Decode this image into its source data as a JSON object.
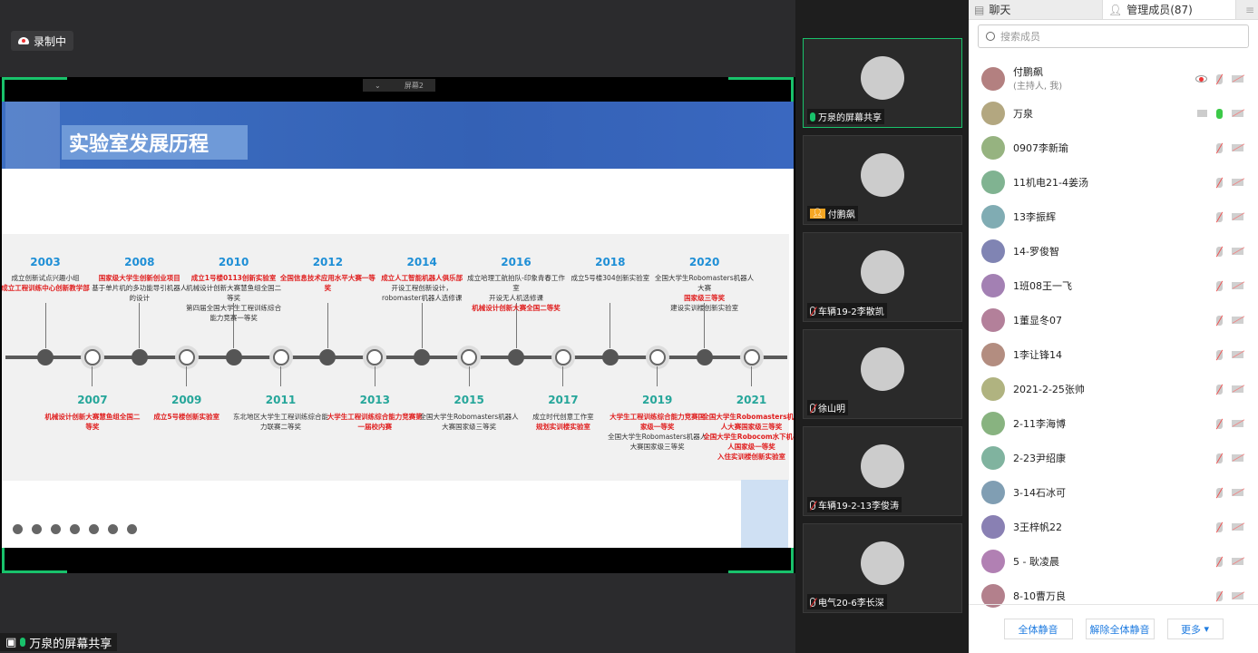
{
  "recording": "录制中",
  "share": {
    "bar_label": "屏幕2",
    "label": "万泉的屏幕共享"
  },
  "slide": {
    "title": "实验室发展历程",
    "events": [
      {
        "year": "2003",
        "lines": [
          {
            "t": "成立创新试点兴趣小组",
            "r": false
          },
          {
            "t": "成立工程训练中心创新教学部",
            "r": true
          }
        ]
      },
      {
        "year": "2007",
        "lines": [
          {
            "t": "机械设计创新大赛慧鱼组全国二等奖",
            "r": true
          }
        ]
      },
      {
        "year": "2008",
        "lines": [
          {
            "t": "国家级大学生创新创业项目",
            "r": true
          },
          {
            "t": "基于单片机的多功能导引机器人的设计",
            "r": false
          }
        ]
      },
      {
        "year": "2009",
        "lines": [
          {
            "t": "成立5号楼创新实验室",
            "r": true
          }
        ]
      },
      {
        "year": "2010",
        "lines": [
          {
            "t": "成立1号楼0113创新实验室",
            "r": true
          },
          {
            "t": "机械设计创新大赛慧鱼组全国二等奖",
            "r": false
          },
          {
            "t": "第四届全国大学生工程训练综合能力竞赛一等奖",
            "r": false
          }
        ]
      },
      {
        "year": "2011",
        "lines": [
          {
            "t": "东北地区大学生工程训练综合能力联赛二等奖",
            "r": false
          }
        ]
      },
      {
        "year": "2012",
        "lines": [
          {
            "t": "全国信息技术应用水平大赛一等奖",
            "r": true
          }
        ]
      },
      {
        "year": "2013",
        "lines": [
          {
            "t": "大学生工程训练综合能力竞赛第一届校内赛",
            "r": true
          }
        ]
      },
      {
        "year": "2014",
        "lines": [
          {
            "t": "成立人工智能机器人俱乐部",
            "r": true
          },
          {
            "t": "开设工程创新设计，",
            "r": false
          },
          {
            "t": "robomaster机器人选修课",
            "r": false
          }
        ]
      },
      {
        "year": "2015",
        "lines": [
          {
            "t": "全国大学生Robomasters机器人大赛国家级三等奖",
            "r": false
          }
        ]
      },
      {
        "year": "2016",
        "lines": [
          {
            "t": "成立哈理工航拍队-印象青春工作室",
            "r": false
          },
          {
            "t": "开设无人机选修课",
            "r": false
          },
          {
            "t": "机械设计创新大赛全国二等奖",
            "r": true
          }
        ]
      },
      {
        "year": "2017",
        "lines": [
          {
            "t": "成立时代创意工作室",
            "r": false
          },
          {
            "t": "规划实训楼实验室",
            "r": true
          }
        ]
      },
      {
        "year": "2018",
        "lines": [
          {
            "t": "成立5号楼304创新实验室",
            "r": false
          }
        ]
      },
      {
        "year": "2019",
        "lines": [
          {
            "t": "大学生工程训练综合能力竞赛国家级一等奖",
            "r": true
          },
          {
            "t": "全国大学生Robomasters机器人大赛国家级三等奖",
            "r": false
          }
        ]
      },
      {
        "year": "2020",
        "lines": [
          {
            "t": "全国大学生Robomasters机器人大赛",
            "r": false
          },
          {
            "t": "国家级三等奖",
            "r": true
          },
          {
            "t": "建设实训楼创新实验室",
            "r": false
          }
        ]
      },
      {
        "year": "2021",
        "lines": [
          {
            "t": "全国大学生Robomasters机器人大赛国家级三等奖",
            "r": true
          },
          {
            "t": "全国大学生Robocom水下机器人国家级一等奖",
            "r": true
          },
          {
            "t": "入住实训楼创新实验室",
            "r": true
          }
        ]
      }
    ]
  },
  "videos": [
    {
      "name": "万泉的屏幕共享",
      "active": true,
      "mic": "on"
    },
    {
      "name": "付鹏飙",
      "active": false,
      "mic": "host"
    },
    {
      "name": "车辆19-2李散凯",
      "active": false,
      "mic": "off"
    },
    {
      "name": "徐山明",
      "active": false,
      "mic": "off"
    },
    {
      "name": "车辆19-2-13李俊涛",
      "active": false,
      "mic": "off"
    },
    {
      "name": "电气20-6李长深",
      "active": false,
      "mic": "off"
    }
  ],
  "panel": {
    "tab_chat": "聊天",
    "tab_members": "管理成员(87)",
    "search_placeholder": "搜索成员",
    "members": [
      {
        "name": "付鹏飙",
        "sub": "(主持人, 我)",
        "status": "host"
      },
      {
        "name": "万泉",
        "status": "sharing"
      },
      {
        "name": "0907李新瑜"
      },
      {
        "name": "11机电21-4姜汤"
      },
      {
        "name": "13李振辉"
      },
      {
        "name": "14-罗俊智"
      },
      {
        "name": "1班08王一飞"
      },
      {
        "name": "1董显冬07"
      },
      {
        "name": "1李让锋14"
      },
      {
        "name": "2021-2-25张帅"
      },
      {
        "name": "2-11李海博"
      },
      {
        "name": "2-23尹绍康"
      },
      {
        "name": "3-14石冰可"
      },
      {
        "name": "3王梓帆22"
      },
      {
        "name": "5 - 耿凌晨"
      },
      {
        "name": "8-10曹万良"
      }
    ],
    "mute_all": "全体静音",
    "unmute_all": "解除全体静音",
    "more": "更多"
  },
  "colors": {
    "accent": "#19c26b",
    "link": "#1e7be0",
    "red": "#e02020"
  }
}
